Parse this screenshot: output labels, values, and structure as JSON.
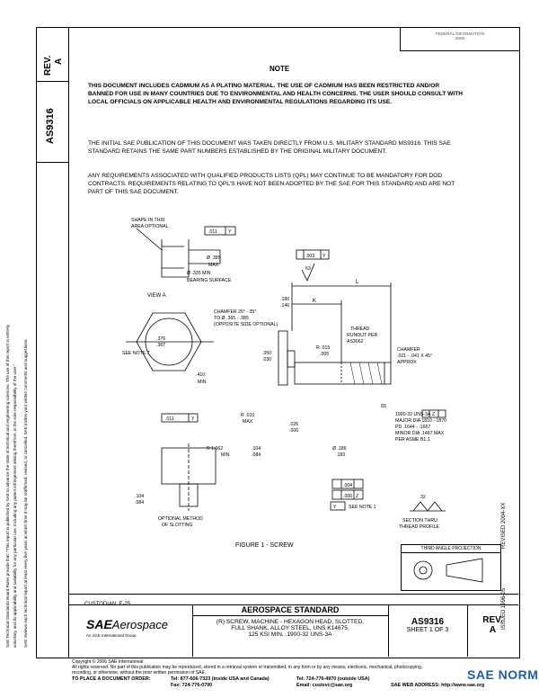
{
  "header": {
    "stamp_line1": "FEDERAL INFORMATION",
    "stamp_line2": "2006"
  },
  "left_strip": {
    "rev_label": "REV.",
    "rev_value": "A",
    "doc_number": "AS9316",
    "disclaimer_line1": "SAE Technical Standards Board Rules provide that: \"This report is published by SAE to advance the state of technical and engineering sciences. The use of this report is entirely",
    "disclaimer_line2": "voluntary, and its applicability and suitability for any particular use, including any patent infringement arising therefrom, is the sole responsibility of the user.\"",
    "disclaimer_line3": "SAE reviews each technical report at least every five years at which time it may be reaffirmed, revised, or cancelled. SAE invites your written comments and suggestions."
  },
  "note": {
    "title": "NOTE",
    "cadmium_warning": "THIS DOCUMENT INCLUDES CADMIUM AS A PLATING MATERIAL. THE USE OF CADMIUM HAS BEEN RESTRICTED AND/OR BANNED FOR USE IN MANY COUNTRIES DUE TO ENVIRONMENTAL AND HEALTH CONCERNS. THE USER SHOULD CONSULT WITH LOCAL OFFICIALS ON APPLICABLE HEALTH AND ENVIRONMENTAL REGULATIONS REGARDING ITS USE.",
    "para1": "THE INITIAL SAE PUBLICATION OF THIS DOCUMENT WAS TAKEN DIRECTLY FROM U.S. MILITARY STANDARD MS9316. THIS SAE STANDARD RETAINS THE SAME PART NUMBERS ESTABLISHED BY THE ORIGINAL MILITARY DOCUMENT.",
    "para2": "ANY REQUIREMENTS ASSOCIATED WITH QUALIFIED PRODUCTS LISTS (QPL) MAY CONTINUE TO BE MANDATORY FOR DOD CONTRACTS. REQUIREMENTS RELATING TO QPL'S HAVE NOT BEEN ADOPTED BY THE SAE FOR THIS STANDARD AND ARE NOT PART OF THIS SAE DOCUMENT."
  },
  "drawing": {
    "shape_note": "SHAPE IN THIS",
    "shape_note2": "AREA OPTIONAL",
    "tol_011": ".011",
    "datum_y": "Y",
    "dia_385": "Ø .385",
    "max": "MAX",
    "dia_335": "Ø .335 MIN",
    "bearing": "BEARING SURFACE",
    "tol_003": ".003",
    "angle_63": "63",
    "dim_L": "L",
    "dim_K": "K",
    "view_a": "VIEW A",
    "dim_186": ".186",
    "dim_146": ".146",
    "chamfer1": "CHAMFER 25° - 35°",
    "chamfer2": "TO Ø .365 - .385",
    "chamfer3": "(OPPOSITE SIDE OPTIONAL)",
    "thread1": "THREAD",
    "thread2": "RUNOUT PER",
    "thread3": "AS3062",
    "dim_376": ".376",
    "dim_367": ".367",
    "see_note7": "SEE NOTE 7",
    "r_015": "R .015",
    "r_005": ".005",
    "chamfer_b1": "CHAMFER",
    "chamfer_b2": ".021 - .041 X 45°",
    "chamfer_b3": "APPROX",
    "dim_050": ".050",
    "dim_030": ".030",
    "dim_410": ".410",
    "min": "MIN",
    "r_010": "R .010",
    "dim_026": ".026",
    "dim_006": ".006",
    "angle_83": "83",
    "thread_spec1": "1900-32 UNS-3A",
    "thread_z": "Z",
    "thread_spec2": "MAJOR DIA 1810 - 1870",
    "thread_spec3": "PD .1644 - .1667",
    "thread_spec4": "MINOR DIA .1487 MAX",
    "thread_spec5": "PER ASME B1.1",
    "r_1062": "R 1.062",
    "dim_104": ".104",
    "dim_084": ".084",
    "dia_186": "Ø .186",
    "dim_183": ".183",
    "tol_004": ".004",
    "tol_006": ".006",
    "datum_z": "Z",
    "datum_y2": "Y",
    "see_note1": "SEE NOTE 1",
    "angle_32": "32",
    "optional1": "OPTIONAL METHOD",
    "optional2": "OF SLOTTING",
    "section1": "SECTION THRU",
    "section2": "THREAD PROFILE",
    "figure_caption": "FIGURE 1 - SCREW",
    "third_angle": "THIRD ANGLE PROJECTION",
    "side_revised": "REVISED 2004-XX",
    "side_issued": "ISSUED 1996-05"
  },
  "title_block": {
    "custodian": "CUSTODIAN: E-25",
    "sae_logo": "SAE",
    "aerospace": "Aerospace",
    "logo_sub": "An SAE International Group",
    "standard_title": "AEROSPACE STANDARD",
    "desc1": "(R) SCREW, MACHINE - HEXAGON HEAD, SLOTTED,",
    "desc2": "FULL SHANK, ALLOY STEEL, UNS K14675,",
    "desc3": "125 KSI MIN, .1900-32 UNS-3A",
    "doc_number": "AS9316",
    "sheet": "SHEET 1 OF 3",
    "rev_label": "REV.",
    "rev_value": "A"
  },
  "footer": {
    "copyright": "Copyright © 2006 SAE International",
    "rights": "All rights reserved. No part of this publication may be reproduced, stored in a retrieval system or transmitted, in any form or by any means, electronic, mechanical, photocopying,",
    "rights2": "recording, or otherwise, without the prior written permission of SAE.",
    "order_label": "TO PLACE A DOCUMENT ORDER:",
    "tel1": "Tel: 877-606-7323 (inside USA and Canada)",
    "tel2": "Tel: 724-776-4970 (outside USA)",
    "fax": "Fax: 724-776-0790",
    "email": "Email: custsvc@sae.org",
    "web": "SAE WEB ADDRESS: http://www.sae.org",
    "watermark": "SAE NORM"
  }
}
